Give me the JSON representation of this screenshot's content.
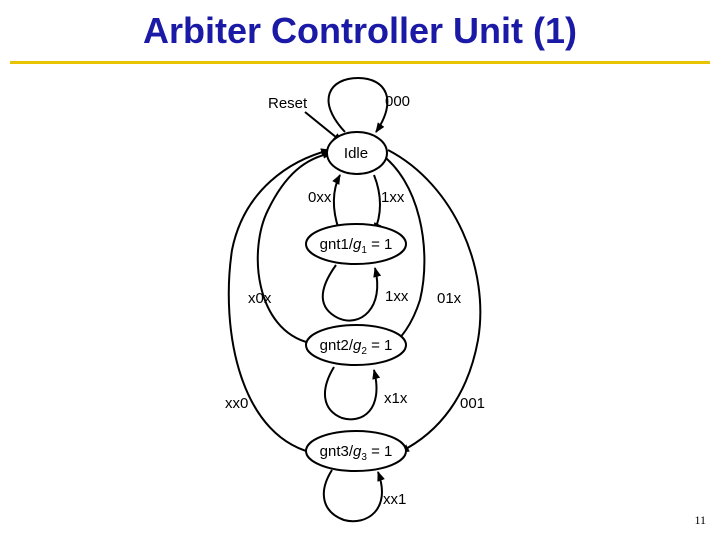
{
  "slide": {
    "title": "Arbiter Controller Unit (1)",
    "page_number": "11",
    "accent_color": "#1a1aa6",
    "rule_color": "#e8c400"
  },
  "diagram": {
    "states": {
      "idle": "Idle",
      "gnt1": {
        "name": "gnt1/",
        "output": "g",
        "index": "1",
        "value": " = 1"
      },
      "gnt2": {
        "name": "gnt2/",
        "output": "g",
        "index": "2",
        "value": " = 1"
      },
      "gnt3": {
        "name": "gnt3/",
        "output": "g",
        "index": "3",
        "value": " = 1"
      }
    },
    "transitions": {
      "reset": "Reset",
      "idle_self": "000",
      "idle_to_gnt1": "1xx",
      "gnt1_to_idle": "0xx",
      "gnt1_self": "1xx",
      "gnt2_to_idle": "x0x",
      "idle_to_gnt2": "01x",
      "gnt2_self": "x1x",
      "gnt3_to_idle": "xx0",
      "idle_to_gnt3": "001",
      "gnt3_self": "xx1"
    }
  }
}
